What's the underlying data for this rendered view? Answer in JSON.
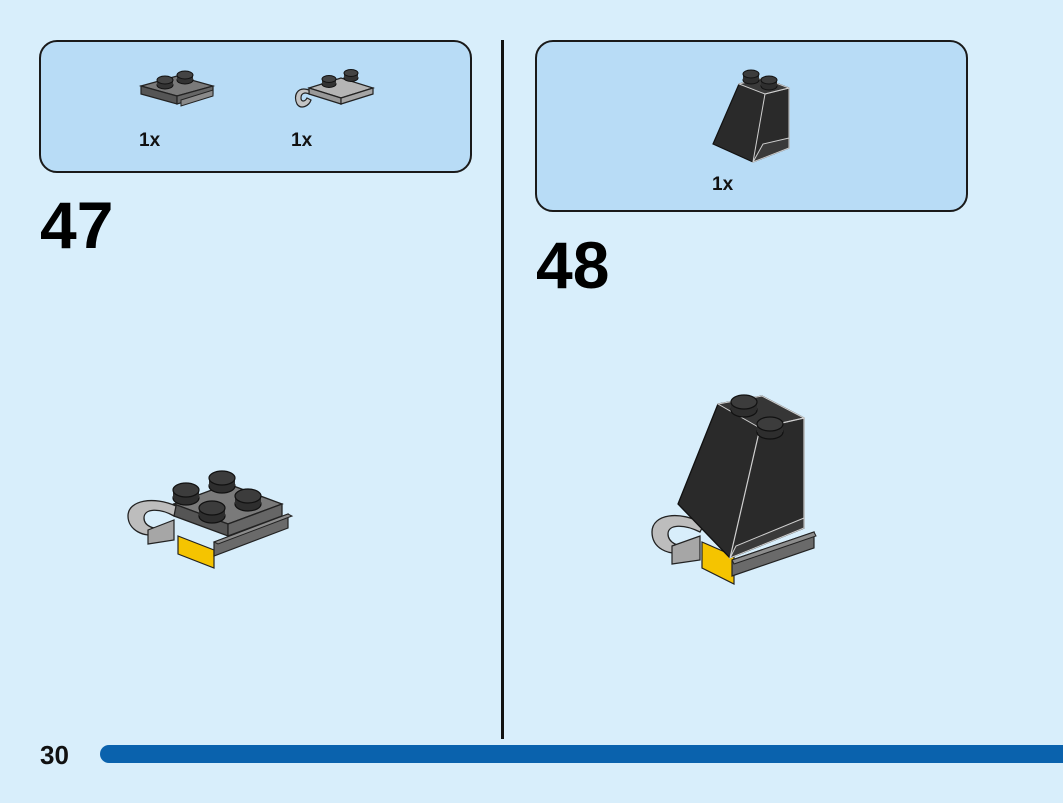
{
  "steps": [
    {
      "number": "47",
      "parts": [
        {
          "qty": "1x",
          "icon": "dark-grey-plate-1x2-with-rail-icon"
        },
        {
          "qty": "1x",
          "icon": "light-grey-plate-with-clip-icon"
        }
      ],
      "model_icon": "assembly-step-47-icon"
    },
    {
      "number": "48",
      "parts": [
        {
          "qty": "1x",
          "icon": "black-slope-brick-icon"
        }
      ],
      "model_icon": "assembly-step-48-icon"
    }
  ],
  "page": {
    "number": "30"
  },
  "colors": {
    "background": "#d8eefb",
    "parts_box": "#b8dcf6",
    "page_bar": "#0a62ad"
  }
}
